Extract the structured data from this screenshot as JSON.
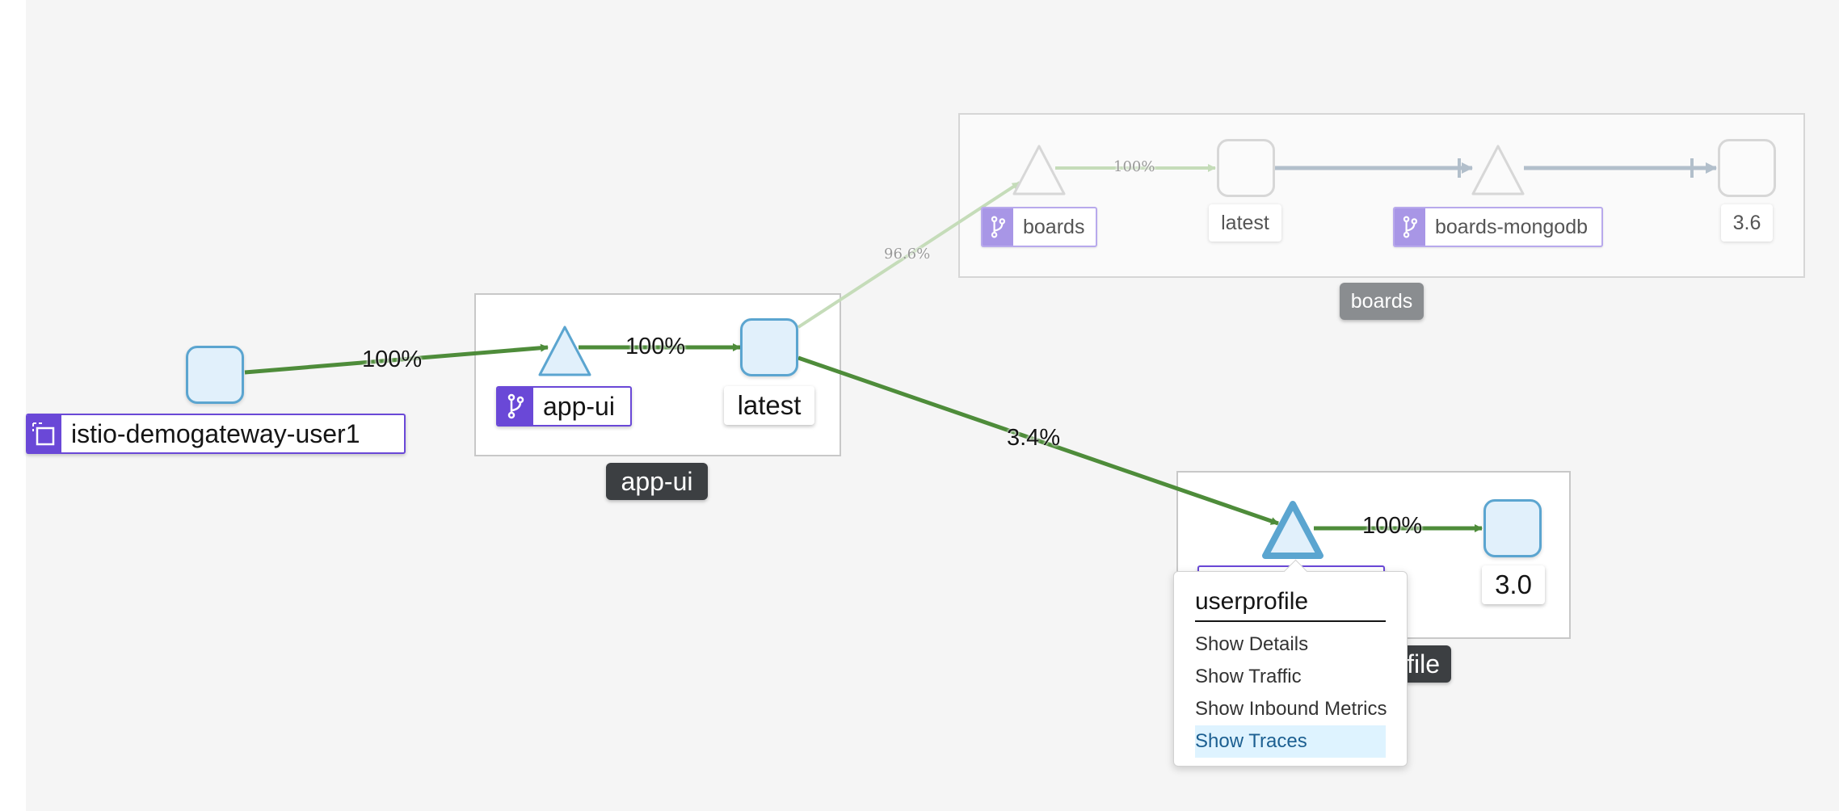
{
  "colors": {
    "edge_healthy": "#4e8c3a",
    "edge_faded_green": "#c5dcb9",
    "edge_faded_grey": "#b2bfcb",
    "node_border": "#5ba5d0",
    "node_fill": "#e1f0fb",
    "label_accent": "#6a48d7",
    "group_label_bg": "#3c3f42",
    "menu_active_bg": "#def3ff",
    "menu_active_text": "#1c5f91"
  },
  "nodes": {
    "gateway": {
      "label": "istio-demogateway-user1",
      "icon": "gateway-icon"
    },
    "app_ui_service": {
      "label": "app-ui",
      "icon": "branch-icon"
    },
    "app_ui_workload": {
      "version": "latest"
    },
    "app_ui_group": {
      "label": "app-ui"
    },
    "boards_service": {
      "label": "boards",
      "icon": "branch-icon"
    },
    "boards_workload": {
      "version": "latest"
    },
    "boards_mongodb_service": {
      "label": "boards-mongodb",
      "icon": "branch-icon"
    },
    "boards_mongodb_workload": {
      "version": "3.6"
    },
    "boards_group": {
      "label": "boards"
    },
    "userprofile_workload": {
      "version": "3.0"
    },
    "userprofile_group": {
      "label_visible": "file"
    }
  },
  "edges": {
    "gateway_to_app_ui": "100%",
    "app_ui_service_to_workload": "100%",
    "app_ui_to_boards": "96.6%",
    "app_ui_to_userprofile": "3.4%",
    "boards_service_to_workload": "100%",
    "userprofile_service_to_workload": "100%"
  },
  "context_menu": {
    "title": "userprofile",
    "items": [
      {
        "label": "Show Details",
        "active": false
      },
      {
        "label": "Show Traffic",
        "active": false
      },
      {
        "label": "Show Inbound Metrics",
        "active": false
      },
      {
        "label": "Show Traces",
        "active": true
      }
    ]
  }
}
